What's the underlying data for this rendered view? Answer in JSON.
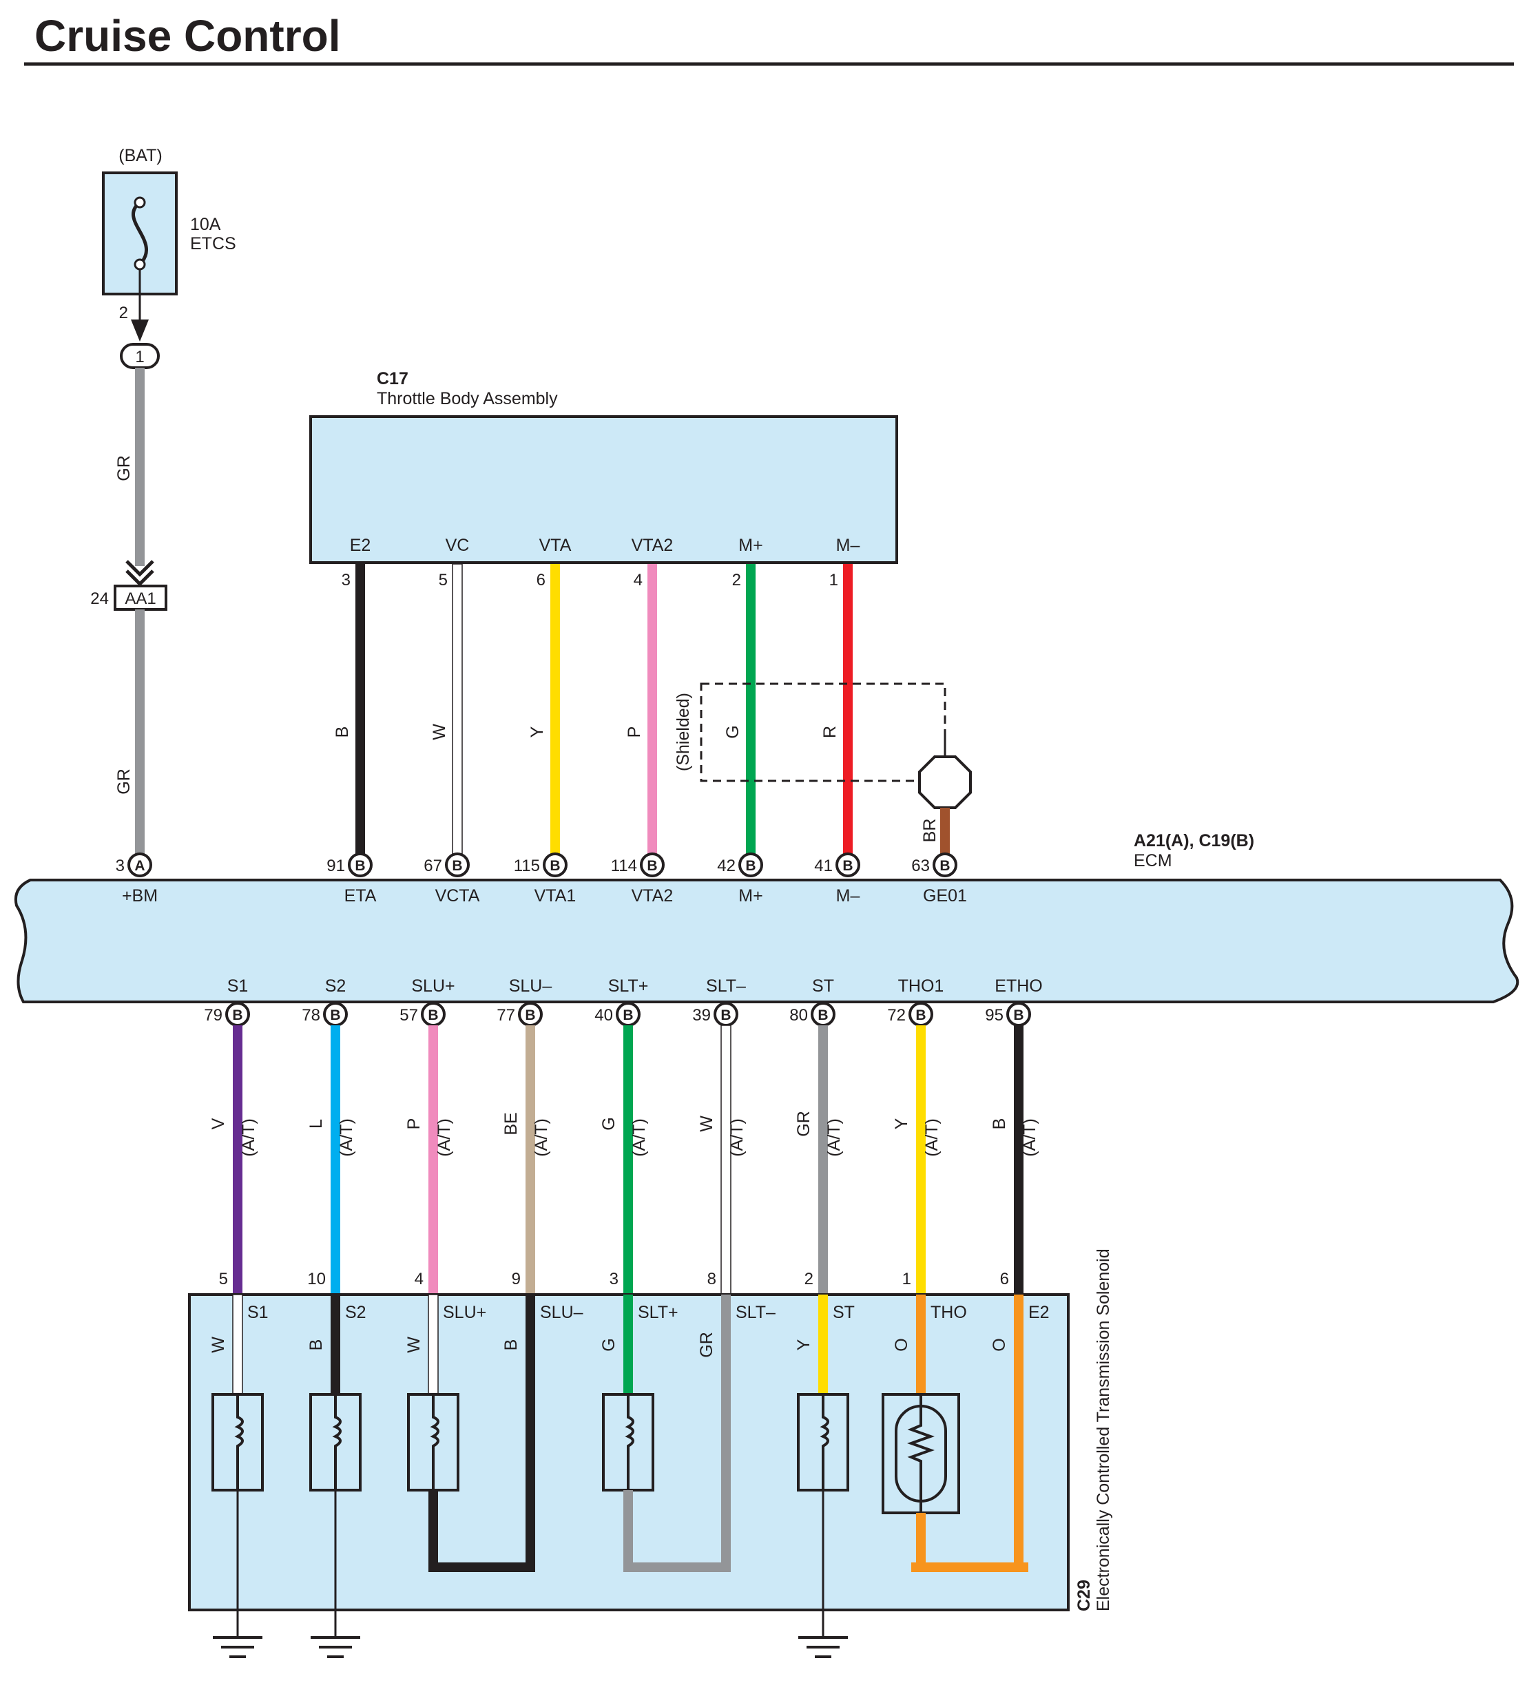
{
  "title": "Cruise Control",
  "colors": {
    "box_fill": "#cde9f7",
    "B": "#231f20",
    "W": "#ffffff",
    "Y": "#ffdd00",
    "P": "#f08bbd",
    "G": "#00a651",
    "R": "#ed1c24",
    "BR": "#a0522d",
    "GR": "#939598",
    "V": "#662d91",
    "L": "#00aeef",
    "BE": "#c2ad93",
    "O": "#f7941d"
  },
  "fuse": {
    "source": "(BAT)",
    "rating": "10A",
    "name": "ETCS",
    "pin": "2",
    "junction": "1",
    "wire_color_top": "GR",
    "wire_color_bottom": "GR"
  },
  "connector_aa1": {
    "pin": "24",
    "code": "AA1"
  },
  "throttle_body": {
    "code": "C17",
    "name": "Throttle Body Assembly",
    "shield_label": "(Shielded)",
    "terminals": [
      {
        "name": "E2",
        "pin": "3",
        "color": "B"
      },
      {
        "name": "VC",
        "pin": "5",
        "color": "W"
      },
      {
        "name": "VTA",
        "pin": "6",
        "color": "Y"
      },
      {
        "name": "VTA2",
        "pin": "4",
        "color": "P"
      },
      {
        "name": "M+",
        "pin": "2",
        "color": "G"
      },
      {
        "name": "M–",
        "pin": "1",
        "color": "R"
      }
    ]
  },
  "ecm": {
    "code": "A21(A), C19(B)",
    "name": "ECM",
    "top_pins": [
      {
        "pin": "3",
        "conn": "A",
        "name": "+BM"
      },
      {
        "pin": "91",
        "conn": "B",
        "name": "ETA"
      },
      {
        "pin": "67",
        "conn": "B",
        "name": "VCTA"
      },
      {
        "pin": "115",
        "conn": "B",
        "name": "VTA1"
      },
      {
        "pin": "114",
        "conn": "B",
        "name": "VTA2"
      },
      {
        "pin": "42",
        "conn": "B",
        "name": "M+"
      },
      {
        "pin": "41",
        "conn": "B",
        "name": "M–"
      },
      {
        "pin": "63",
        "conn": "B",
        "name": "GE01",
        "color": "BR"
      }
    ],
    "bottom_pins": [
      {
        "pin": "79",
        "conn": "B",
        "name": "S1",
        "color": "V"
      },
      {
        "pin": "78",
        "conn": "B",
        "name": "S2",
        "color": "L"
      },
      {
        "pin": "57",
        "conn": "B",
        "name": "SLU+",
        "color": "P"
      },
      {
        "pin": "77",
        "conn": "B",
        "name": "SLU–",
        "color": "BE"
      },
      {
        "pin": "40",
        "conn": "B",
        "name": "SLT+",
        "color": "G"
      },
      {
        "pin": "39",
        "conn": "B",
        "name": "SLT–",
        "color": "W"
      },
      {
        "pin": "80",
        "conn": "B",
        "name": "ST",
        "color": "GR"
      },
      {
        "pin": "72",
        "conn": "B",
        "name": "THO1",
        "color": "Y"
      },
      {
        "pin": "95",
        "conn": "B",
        "name": "ETHO",
        "color": "B"
      }
    ],
    "at_label": "(A/T)"
  },
  "solenoid": {
    "code": "C29",
    "name": "Electronically Controlled Transmission Solenoid",
    "terminals": [
      {
        "pin": "5",
        "name": "S1",
        "inner_color": "W"
      },
      {
        "pin": "10",
        "name": "S2",
        "inner_color": "B"
      },
      {
        "pin": "4",
        "name": "SLU+",
        "inner_color": "W"
      },
      {
        "pin": "9",
        "name": "SLU–",
        "inner_color": "B"
      },
      {
        "pin": "3",
        "name": "SLT+",
        "inner_color": "G"
      },
      {
        "pin": "8",
        "name": "SLT–",
        "inner_color": "GR"
      },
      {
        "pin": "2",
        "name": "ST",
        "inner_color": "Y"
      },
      {
        "pin": "1",
        "name": "THO",
        "inner_color": "O"
      },
      {
        "pin": "6",
        "name": "E2",
        "inner_color": "O"
      }
    ]
  }
}
